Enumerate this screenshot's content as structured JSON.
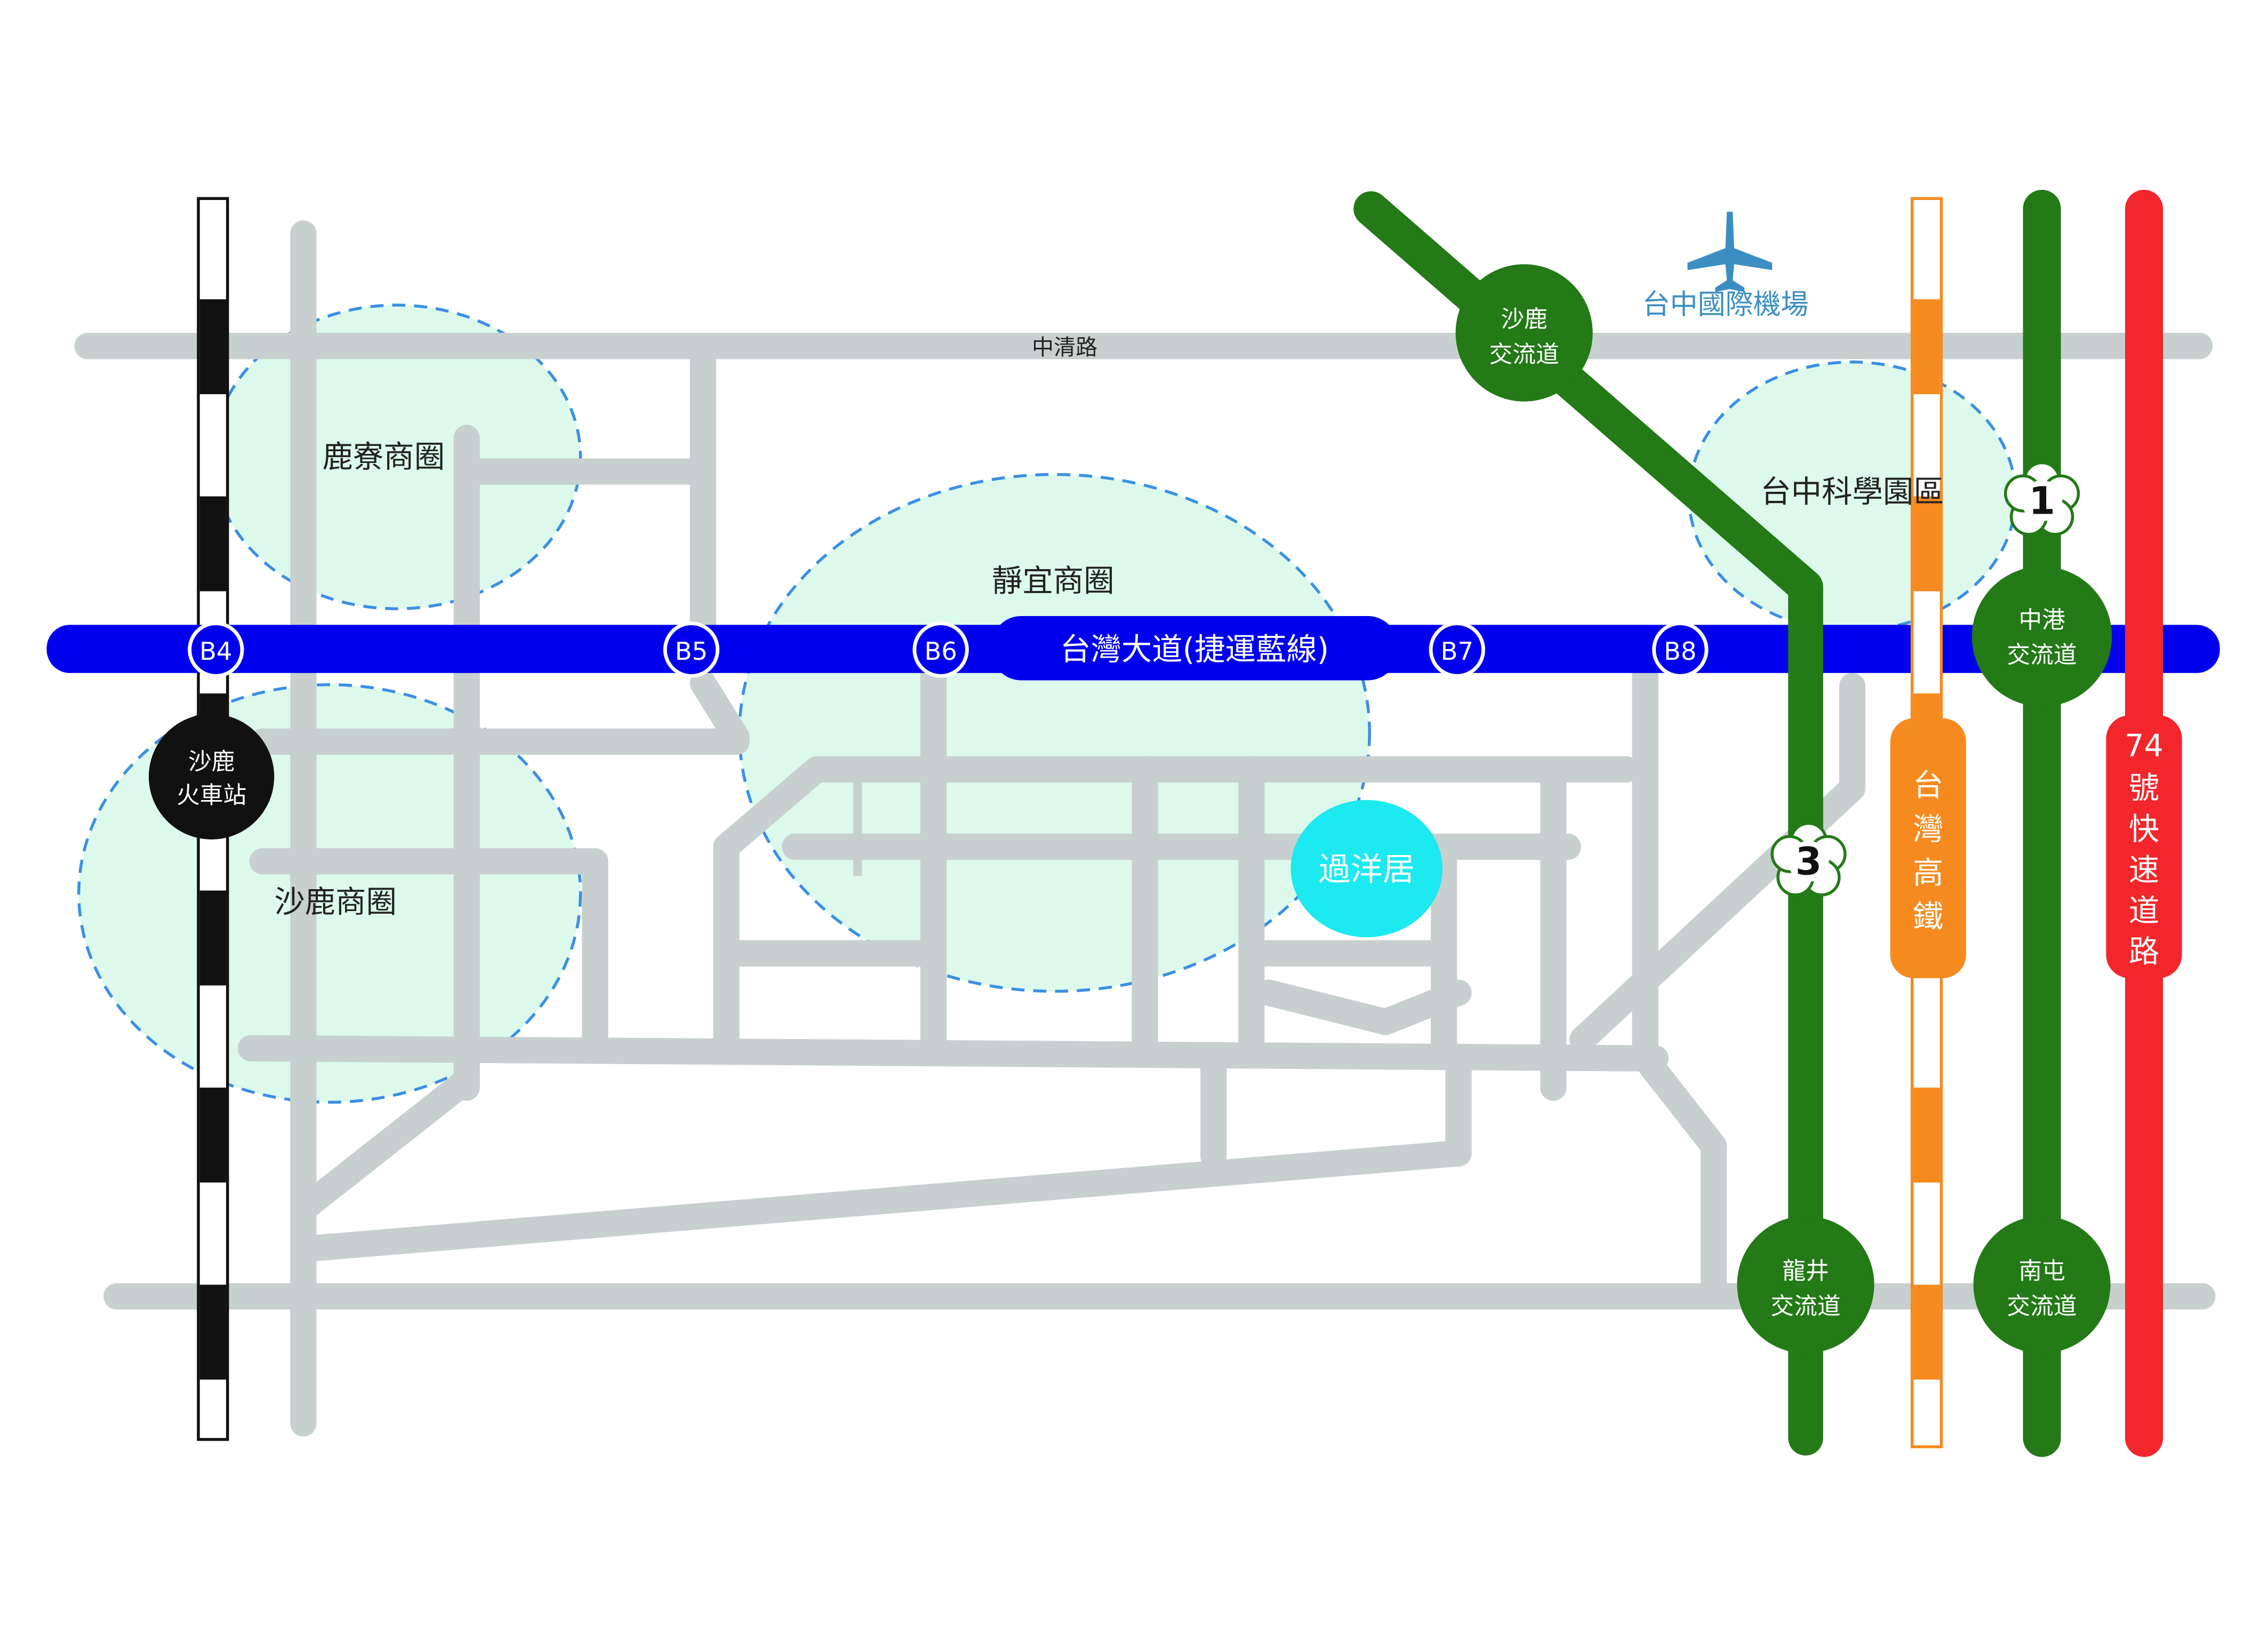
{
  "map": {
    "colors": {
      "road": "#c7d0cf",
      "zone_fill": "#dcf9ec",
      "zone_stroke": "#3b8fe3",
      "mrt_blue": "#0000ee",
      "freeway_green": "#237a17",
      "hsr_orange": "#f58a1f",
      "expressway_red": "#f3262b",
      "rail_black": "#111111",
      "highlight_cyan": "#1de9f0",
      "airport_blue": "#3c8ec2"
    },
    "roads": {
      "zhongqing": "中清路"
    },
    "zones": {
      "luliao": "鹿寮商圈",
      "shalu": "沙鹿商圈",
      "jingyi": "靜宜商圈",
      "science_park": "台中科學園區"
    },
    "mrt": {
      "line_name": "台灣大道(捷運藍線)",
      "stations": [
        "B4",
        "B5",
        "B6",
        "B7",
        "B8"
      ]
    },
    "airport": {
      "label": "台中國際機場",
      "icon": "airplane-icon"
    },
    "interchanges": {
      "shalu": [
        "沙鹿",
        "交流道"
      ],
      "zhonggang": [
        "中港",
        "交流道"
      ],
      "longjing": [
        "龍井",
        "交流道"
      ],
      "nantun": [
        "南屯",
        "交流道"
      ]
    },
    "train_station": [
      "沙鹿",
      "火車站"
    ],
    "destination": "過洋居",
    "freeway_markers": {
      "n1": "1",
      "n3": "3"
    },
    "hsr_label": [
      "台",
      "灣",
      "高",
      "鐵"
    ],
    "expressway_label": [
      "74",
      "號",
      "快",
      "速",
      "道",
      "路"
    ]
  }
}
